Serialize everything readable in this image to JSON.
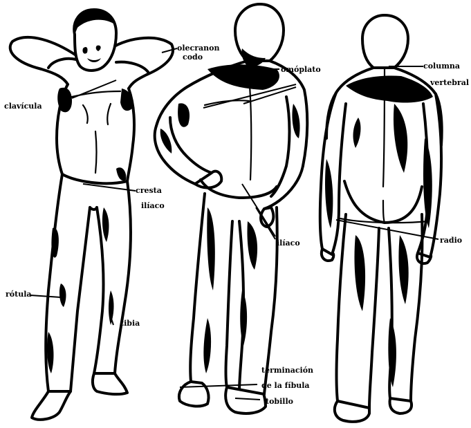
{
  "labels": {
    "clavicula": "clavícula",
    "olecranon": "olecranon",
    "codo": "codo",
    "omoplato": "omóplato",
    "columna": "columna",
    "vertebral": "vertebral",
    "cresta": "cresta",
    "iliaco_front": "ilíaco",
    "iliaco_back": "ilíaco",
    "radio": "radio",
    "rotula": "rótula",
    "tibia": "tibia",
    "terminacion": "terminación",
    "fibula": "de la fíbula",
    "tobillo": "tobillo"
  }
}
